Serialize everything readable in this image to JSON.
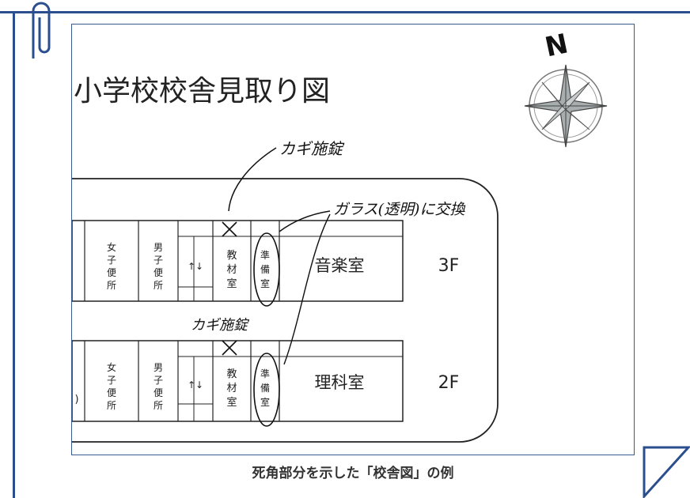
{
  "title": "小学校校舎見取り図",
  "compass_label": "N",
  "caption": "死角部分を示した「校舎図」の例",
  "annotations": {
    "lock_top": "カギ施錠",
    "glass": "ガラス(透明)に交換",
    "lock_mid": "カギ施錠"
  },
  "floors": [
    {
      "label": "3F",
      "rooms": {
        "girls_restroom": [
          "女",
          "子",
          "便",
          "所"
        ],
        "boys_restroom": [
          "男",
          "子",
          "便",
          "所"
        ],
        "stairs": "↑↓",
        "materials_room": [
          "教",
          "材",
          "室"
        ],
        "prep_room": [
          "準",
          "備",
          "室"
        ],
        "main_room": "音楽室"
      }
    },
    {
      "label": "2F",
      "rooms": {
        "partial_left": ")",
        "girls_restroom": [
          "女",
          "子",
          "便",
          "所"
        ],
        "boys_restroom": [
          "男",
          "子",
          "便",
          "所"
        ],
        "stairs": "↑↓",
        "materials_room": [
          "教",
          "材",
          "室"
        ],
        "prep_room": [
          "準",
          "備",
          "室"
        ],
        "main_room": "理科室"
      }
    }
  ],
  "colors": {
    "frame": "#2b4f8e",
    "compass": "#9aa0a0"
  }
}
